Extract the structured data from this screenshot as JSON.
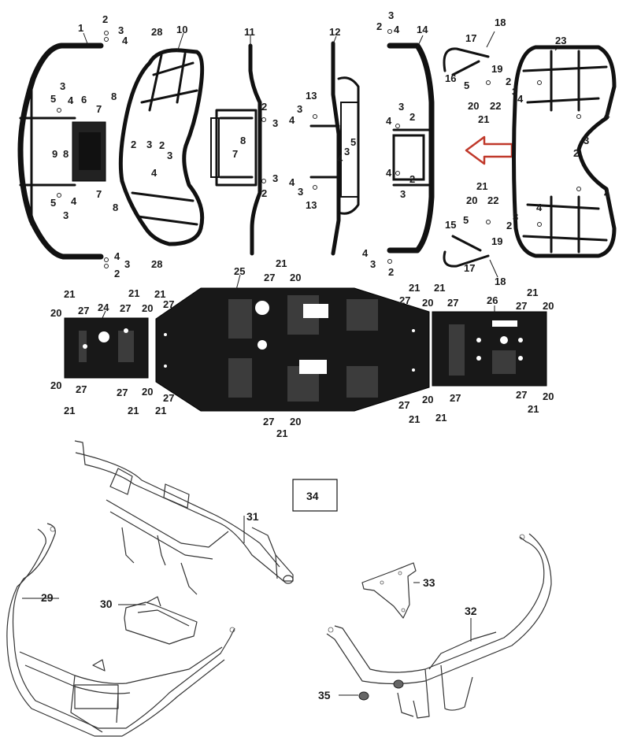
{
  "diagram": {
    "labels": {
      "l1": "1",
      "l2": "2",
      "l3": "3",
      "l4": "4",
      "l5": "5",
      "l6": "6",
      "l7": "7",
      "l8": "8",
      "l9": "9",
      "l10": "10",
      "l11": "11",
      "l12": "12",
      "l13": "13",
      "l14": "14",
      "l15": "15",
      "l16": "16",
      "l17": "17",
      "l18": "18",
      "l19": "19",
      "l20": "20",
      "l21": "21",
      "l22": "22",
      "l23": "23",
      "l24": "24",
      "l25": "25",
      "l26": "26",
      "l27": "27",
      "l28": "28",
      "l29": "29",
      "l30": "30",
      "l31": "31",
      "l32": "32",
      "l33": "33",
      "l34": "34",
      "l35": "35"
    },
    "arrow_color": "#c0392b"
  }
}
